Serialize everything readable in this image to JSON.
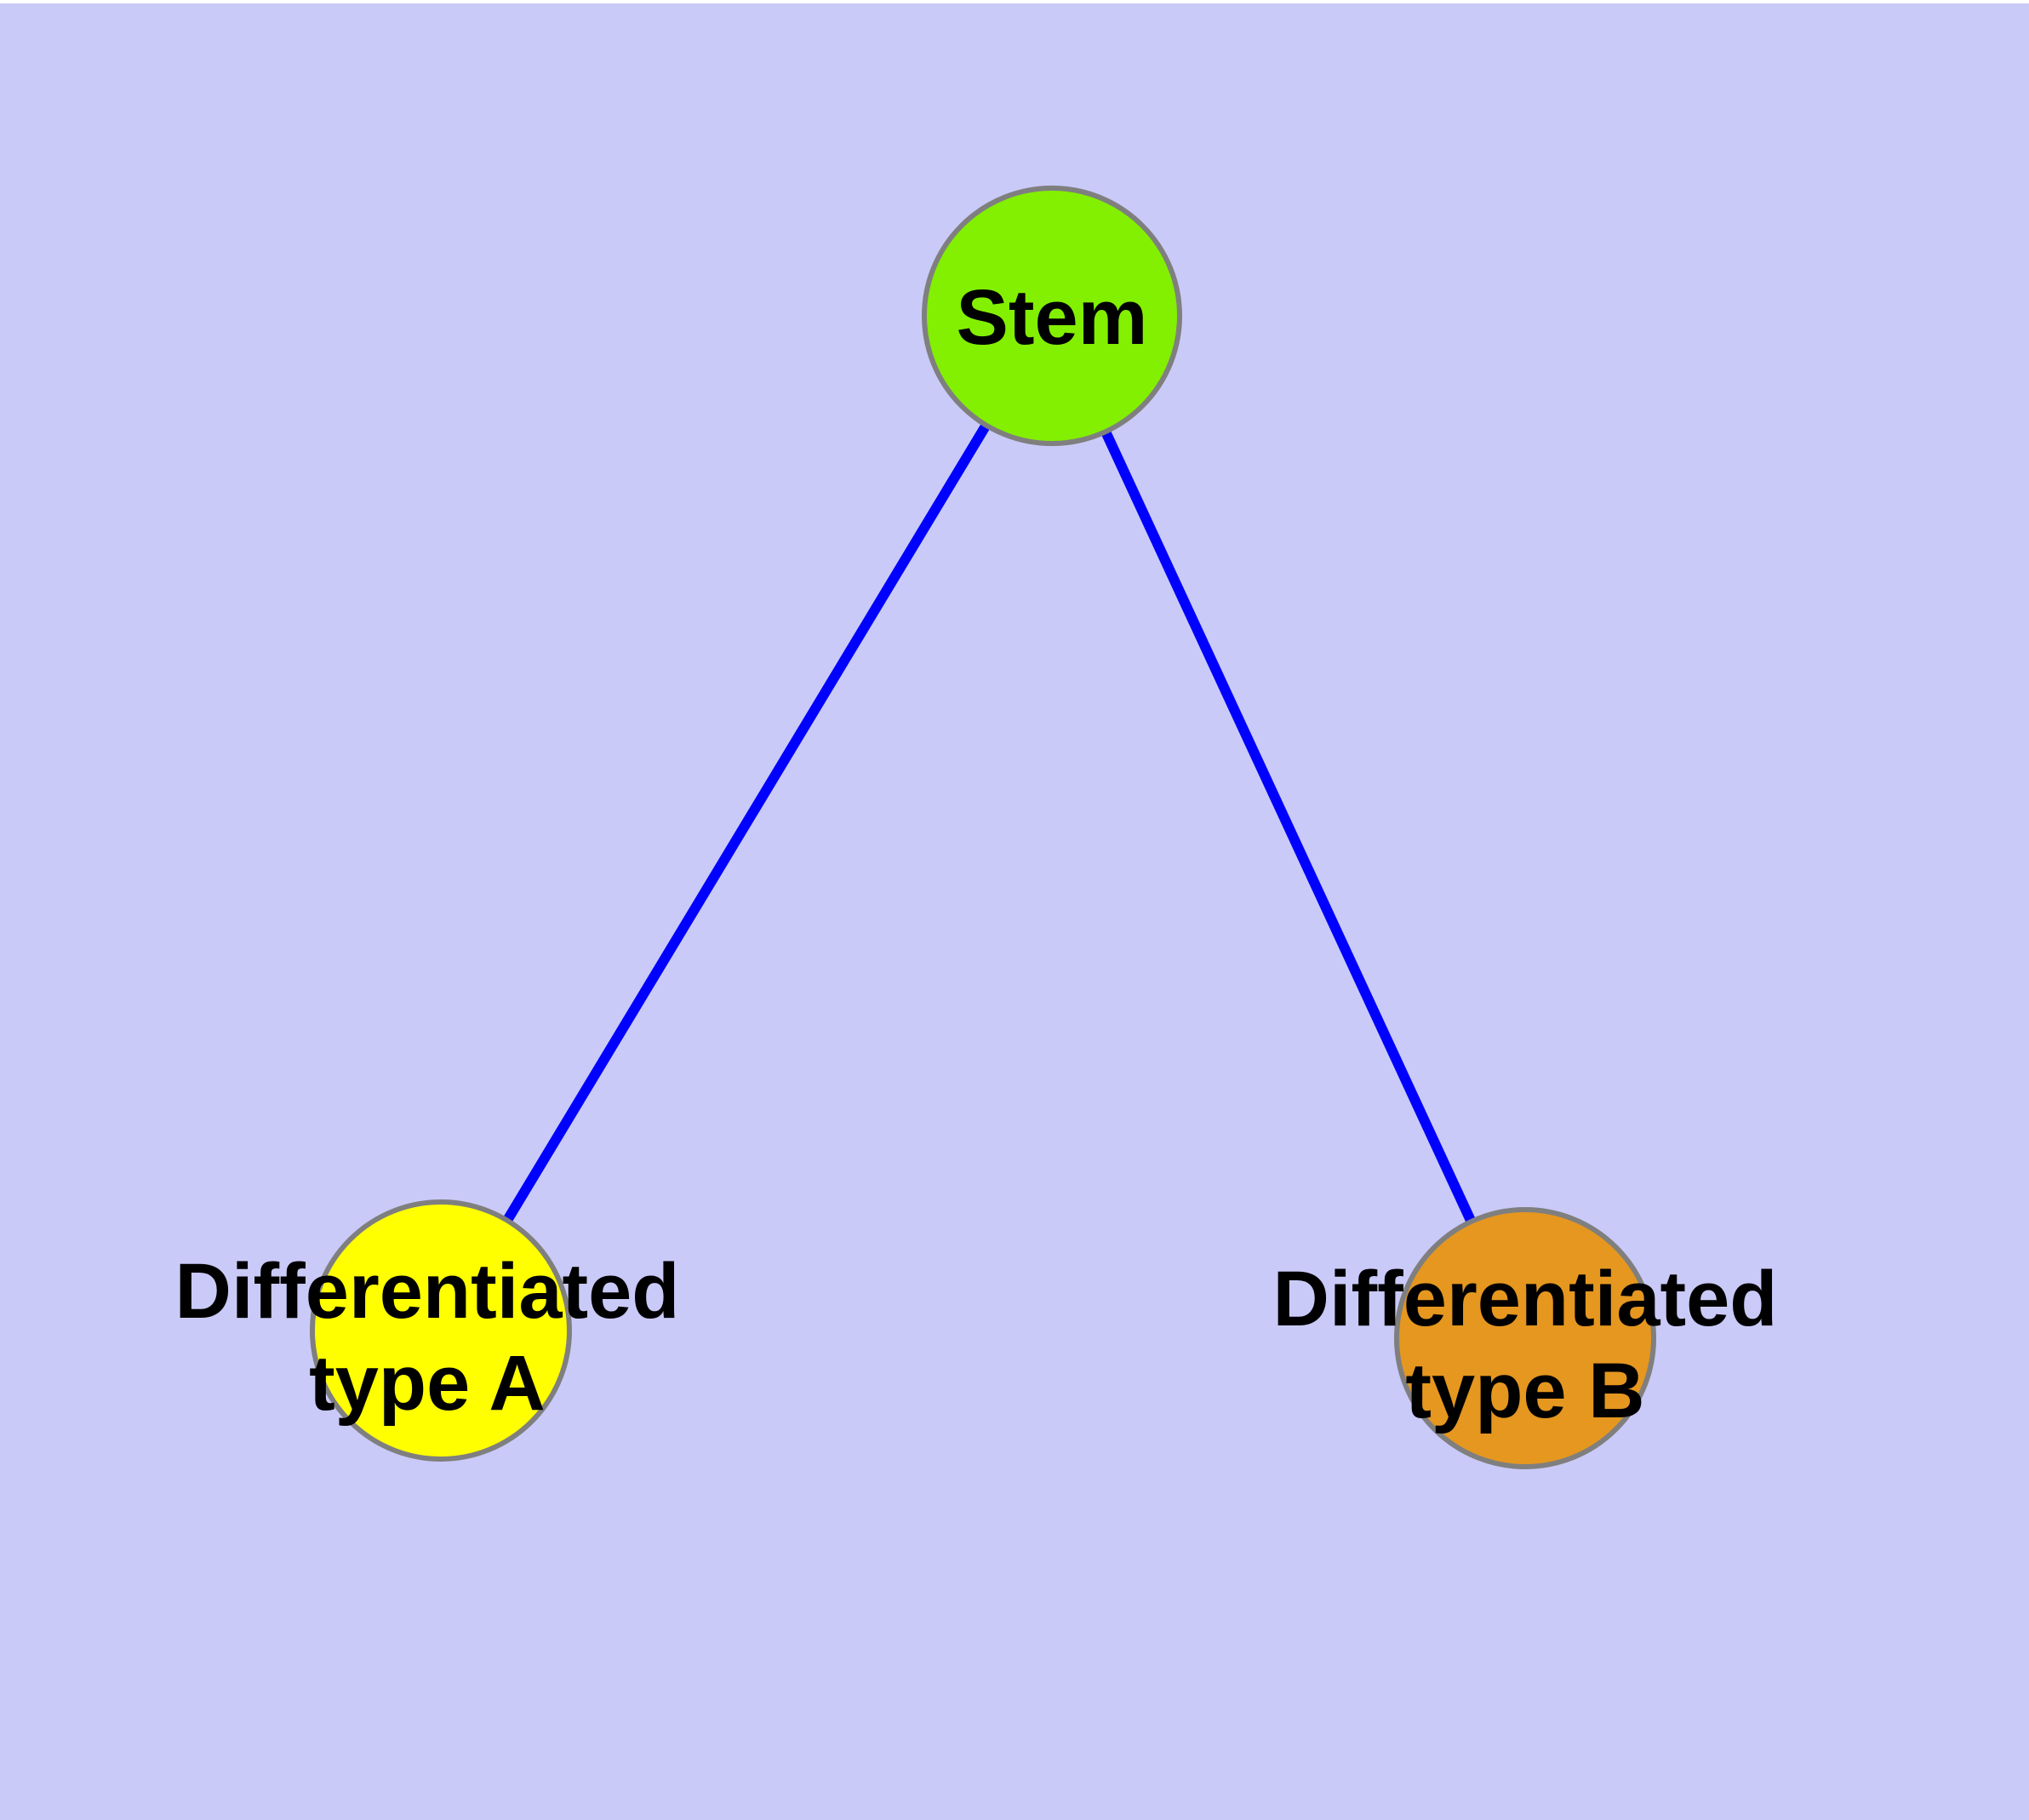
{
  "diagram": {
    "background_color": "#CACAF8",
    "edge_color": "#0000FF",
    "node_border_color": "#7F7F7F",
    "label_color": "#000000",
    "nodes": [
      {
        "id": "stem",
        "label_lines": [
          "Stem"
        ],
        "color": "#82F000"
      },
      {
        "id": "differentiated-type-a",
        "label_lines": [
          "Differentiated",
          "type A"
        ],
        "color": "#FFFF00"
      },
      {
        "id": "differentiated-type-b",
        "label_lines": [
          "Differentiated",
          "type B"
        ],
        "color": "#E5971F"
      }
    ],
    "edges": [
      {
        "from": "stem",
        "to": "differentiated-type-a"
      },
      {
        "from": "stem",
        "to": "differentiated-type-b"
      }
    ]
  }
}
